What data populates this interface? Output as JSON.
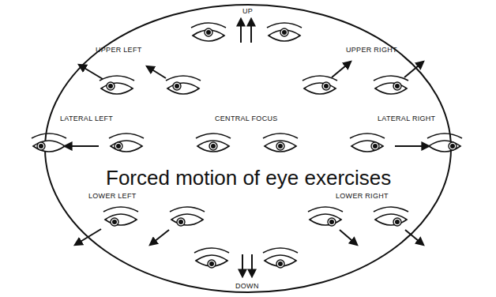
{
  "diagram": {
    "title": "Forced motion of eye exercises",
    "labels": [
      "UP",
      "UPPER LEFT",
      "UPPER RIGHT",
      "LATERAL LEFT",
      "CENTRAL FOCUS",
      "LATERAL RIGHT",
      "LOWER LEFT",
      "LOWER RIGHT",
      "DOWN"
    ]
  }
}
